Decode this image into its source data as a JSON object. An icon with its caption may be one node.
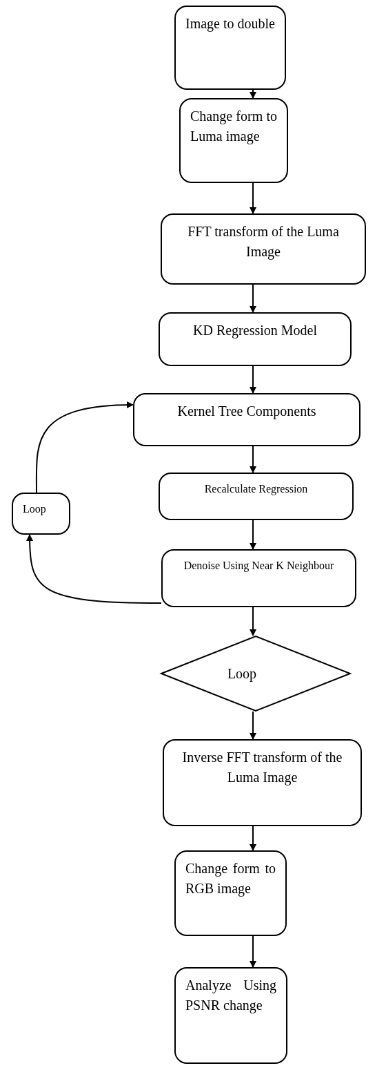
{
  "diagram": {
    "nodes": [
      {
        "text": [
          "Image to double"
        ]
      },
      {
        "text": [
          "Change form to Luma image"
        ]
      },
      {
        "text": [
          "FFT transform of the Luma Image"
        ]
      },
      {
        "text": [
          "KD Regression Model"
        ]
      },
      {
        "text": [
          "Kernel Tree Components"
        ]
      },
      {
        "text": [
          "Recalculate Regression"
        ]
      },
      {
        "text": [
          "Denoise Using Near K Neighbour"
        ]
      },
      {
        "text": [
          "Loop"
        ]
      },
      {
        "text": [
          "Loop"
        ]
      },
      {
        "text": [
          "Inverse FFT transform of the Luma Image"
        ]
      },
      {
        "text": [
          "Change form to RGB image"
        ]
      },
      {
        "text": [
          "Analyze Using PSNR change"
        ]
      }
    ],
    "edges": [
      {
        "from": 0,
        "to": 1,
        "arrow": "to"
      },
      {
        "from": 1,
        "to": 2,
        "arrow": "to"
      },
      {
        "from": 2,
        "to": 3,
        "arrow": "to"
      },
      {
        "from": 3,
        "to": 4,
        "arrow": "to"
      },
      {
        "from": 4,
        "to": 5,
        "arrow": "to"
      },
      {
        "from": 5,
        "to": 6,
        "arrow": "to"
      },
      {
        "from": 6,
        "to": 7,
        "arrow": "to"
      },
      {
        "from": 7,
        "to": 4,
        "arrow": "to"
      },
      {
        "from": 6,
        "to": 8,
        "arrow": "to"
      },
      {
        "from": 8,
        "to": 9,
        "arrow": "to"
      },
      {
        "from": 9,
        "to": 10,
        "arrow": "to"
      },
      {
        "from": 10,
        "to": 11,
        "arrow": "to"
      }
    ]
  }
}
